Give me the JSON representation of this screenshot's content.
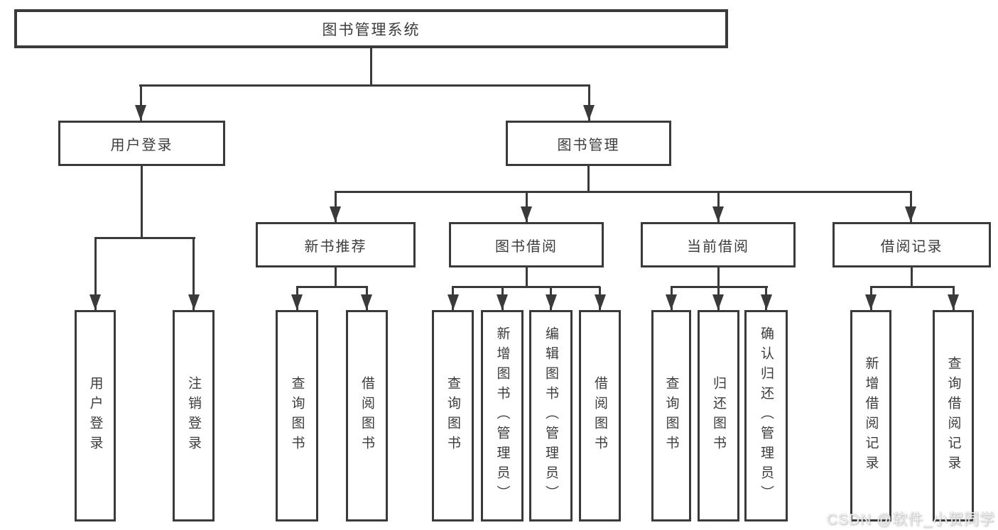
{
  "diagram": {
    "title": "图书管理系统",
    "root": {
      "label": "图书管理系统"
    },
    "level2": [
      {
        "label": "用户登录"
      },
      {
        "label": "图书管理"
      }
    ],
    "level3": [
      {
        "label": "新书推荐"
      },
      {
        "label": "图书借阅"
      },
      {
        "label": "当前借阅"
      },
      {
        "label": "借阅记录"
      }
    ],
    "leaves": {
      "user_login": [
        {
          "label": "用户登录"
        },
        {
          "label": "注销登录"
        }
      ],
      "new_book_recommend": [
        {
          "label": "查询图书"
        },
        {
          "label": "借阅图书"
        }
      ],
      "book_borrowing": [
        {
          "label": "查询图书"
        },
        {
          "label": "新增图书（管理员）"
        },
        {
          "label": "编辑图书（管理员）"
        },
        {
          "label": "借阅图书"
        }
      ],
      "current_borrowing": [
        {
          "label": "查询图书"
        },
        {
          "label": "归还图书"
        },
        {
          "label": "确认归还（管理员）"
        }
      ],
      "borrowing_records": [
        {
          "label": "新增借阅记录"
        },
        {
          "label": "查询借阅记录"
        }
      ]
    }
  },
  "watermark": {
    "text": "CSDN @软件_小贺同学"
  },
  "colors": {
    "line": "#3a3a3a",
    "text": "#3c3c3c",
    "background": "#ffffff",
    "watermark": "#f5f5f5"
  }
}
